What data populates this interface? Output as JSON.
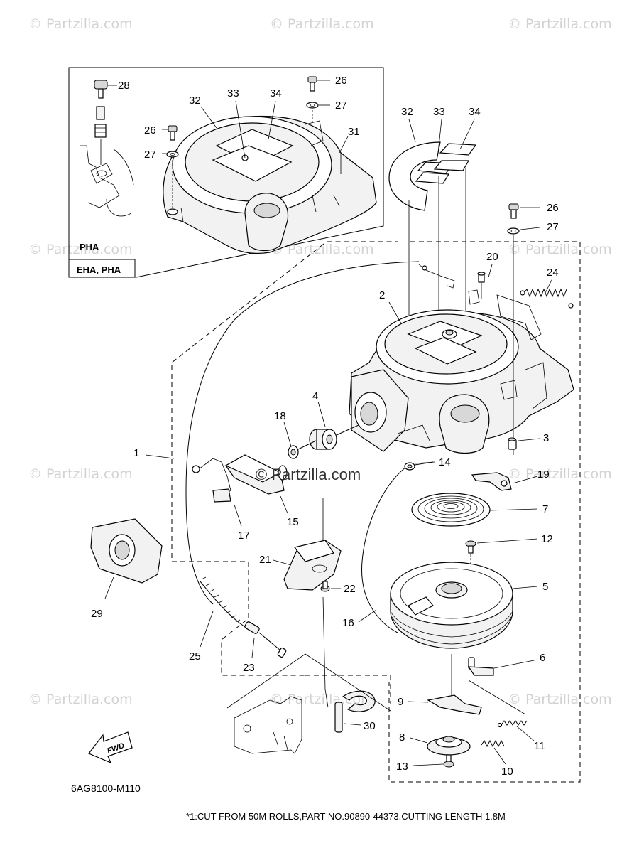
{
  "watermark": {
    "text": "© Partzilla.com"
  },
  "brand": {
    "text": "© Partzilla.com"
  },
  "inset": {
    "variant_label": "PHA",
    "models_label": "EHA, PHA"
  },
  "fwd_label": "FWD",
  "drawing_code": "6AG8100-M110",
  "footnote": "*1:CUT FROM 50M ROLLS,PART NO.90890-44373,CUTTING LENGTH 1.8M",
  "callouts": {
    "c1": "1",
    "c2": "2",
    "c3": "3",
    "c4": "4",
    "c5": "5",
    "c6": "6",
    "c7": "7",
    "c8": "8",
    "c9": "9",
    "c10": "10",
    "c11": "11",
    "c12": "12",
    "c13": "13",
    "c14": "14",
    "c15": "15",
    "c16": "16",
    "c17": "17",
    "c18": "18",
    "c19": "19",
    "c20": "20",
    "c21": "21",
    "c22": "22",
    "c23": "23",
    "c24": "24",
    "c25": "25",
    "c26": "26",
    "c27": "27",
    "c29": "29",
    "c30": "30",
    "i26": "26",
    "i27": "27",
    "i28": "28",
    "i31": "31",
    "i32": "32",
    "i33": "33",
    "i34": "34",
    "j26": "26",
    "j27": "27",
    "m32": "32",
    "m33": "33",
    "m34": "34"
  }
}
